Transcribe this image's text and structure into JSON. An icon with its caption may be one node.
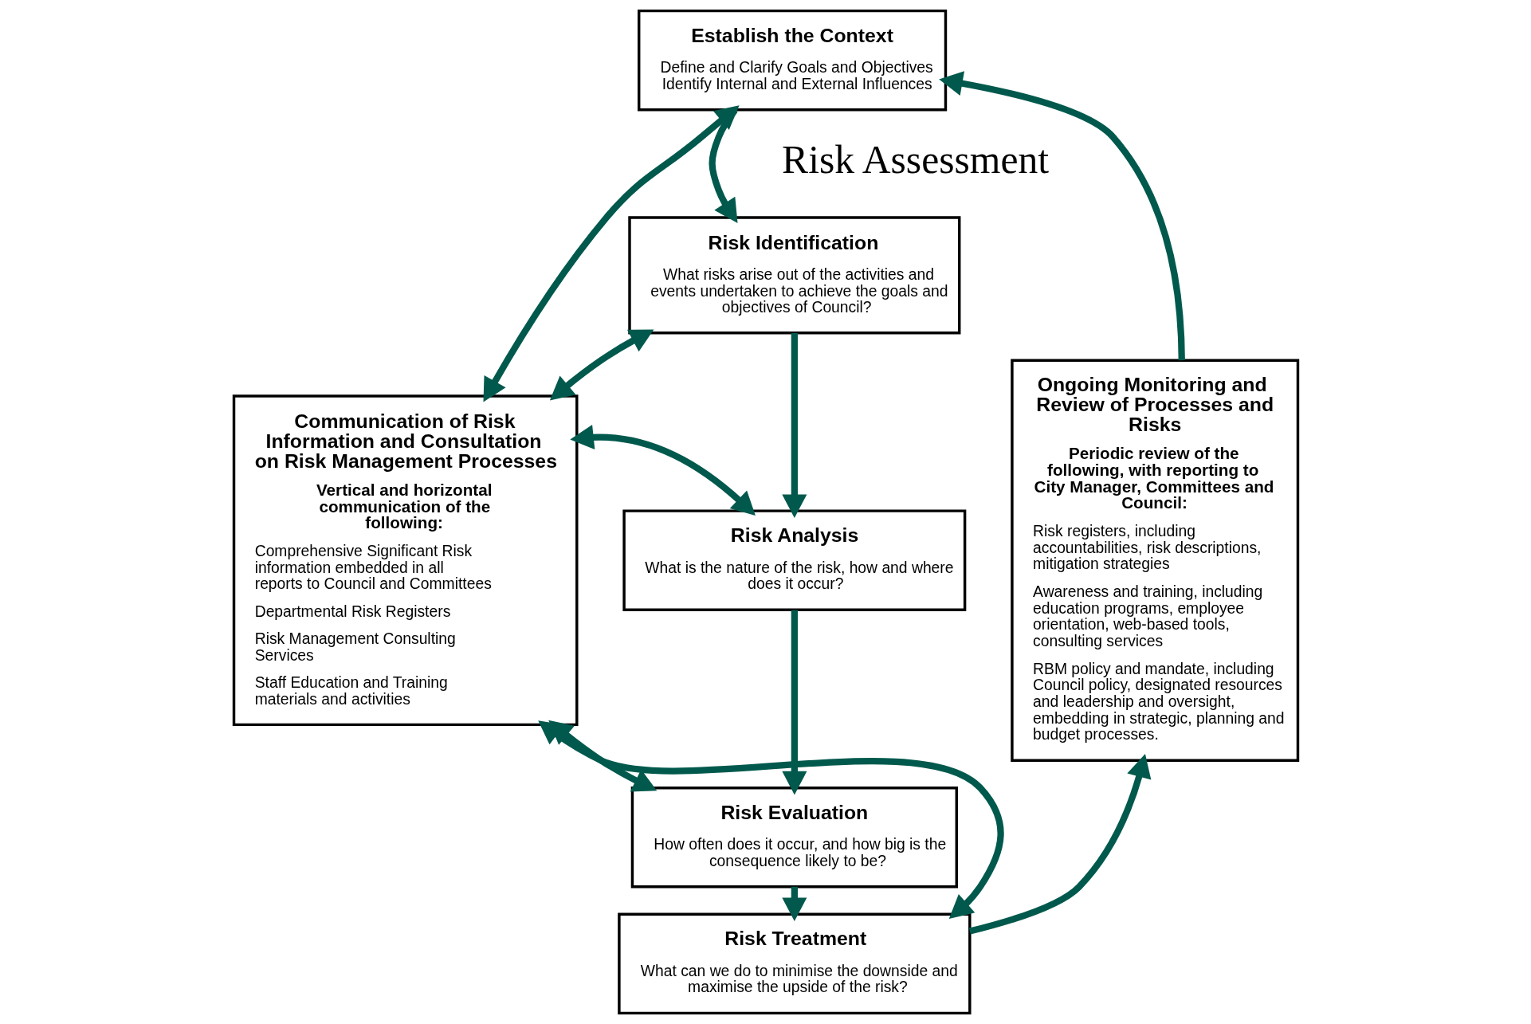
{
  "diagram": {
    "nodes": [
      {
        "text": [
          "Communication of Risk Information and Consultation on Risk Management Processes",
          "Vertical and horizontal communication of the following:",
          "Comprehensive Significant Risk information embedded in all reports to Council and Committees",
          "Departmental Risk Registers",
          "Risk Management Consulting Services",
          "Staff Education and Training materials and activities"
        ]
      },
      {
        "text": [
          "Establish the Context",
          "Define and Clarify Goals and Objectives Identify Internal and External Influences"
        ]
      },
      {
        "text": [
          "Risk Identification",
          "What risks arise out of the activities and events undertaken to achieve the goals and objectives of Council?"
        ]
      },
      {
        "text": [
          "Risk Analysis",
          "What is the nature of the risk, how and where does it occur?"
        ]
      },
      {
        "text": [
          "Risk Evaluation",
          "How often does it occur, and how big is the consequence likely to be?"
        ]
      },
      {
        "text": [
          "Risk Treatment",
          "What can we do to minimise the downside and maximise the upside of the risk?"
        ]
      },
      {
        "text": [
          "Ongoing Monitoring and Review of Processes and Risks",
          "Periodic review of the following, with reporting to City Manager, Committees and Council:",
          "Risk registers, including accountabilities, risk descriptions, mitigation strategies",
          "Awareness and training, including education programs, employee orientation, web-based tools, consulting services",
          "RBM policy and mandate, including Council policy, designated resources and leadership and oversight, embedding in strategic, planning and budget processes."
        ]
      }
    ],
    "edges": [
      {
        "from": 0,
        "to": 1,
        "arrow": "both"
      },
      {
        "from": 0,
        "to": 2,
        "arrow": "both"
      },
      {
        "from": 0,
        "to": 3,
        "arrow": "both"
      },
      {
        "from": 0,
        "to": 4,
        "arrow": "both"
      },
      {
        "from": 0,
        "to": 5,
        "arrow": "both"
      },
      {
        "from": 1,
        "to": 2,
        "arrow": "to"
      },
      {
        "from": 2,
        "to": 3,
        "arrow": "to"
      },
      {
        "from": 3,
        "to": 4,
        "arrow": "to"
      },
      {
        "from": 4,
        "to": 5,
        "arrow": "to"
      },
      {
        "from": 5,
        "to": 6,
        "arrow": "to"
      },
      {
        "from": 6,
        "to": 1,
        "arrow": "to"
      }
    ],
    "labels": [
      "Risk Assessment"
    ]
  }
}
